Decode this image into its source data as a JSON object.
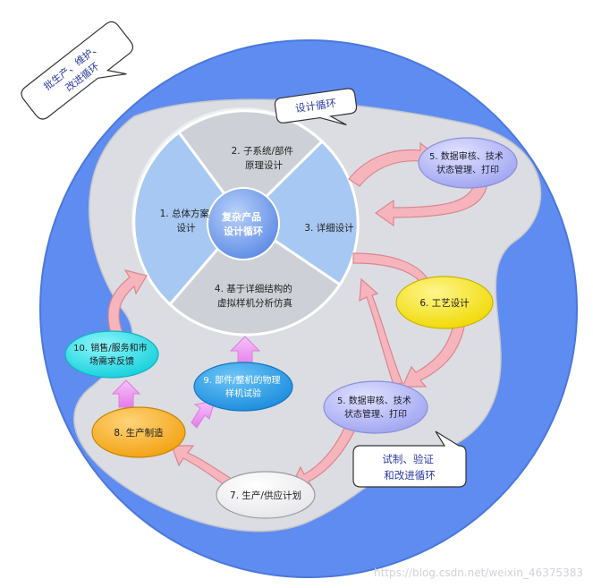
{
  "callouts": {
    "batch_cycle": [
      "批生产、维护、",
      "改进循环"
    ],
    "design_cycle": "设计循环",
    "trial_cycle": [
      "试制、验证",
      "和改进循环"
    ]
  },
  "hub": {
    "center": [
      "复杂产品",
      "设计循环"
    ],
    "s1": [
      "1. 总体方案",
      "设计"
    ],
    "s2": [
      "2. 子系统/部件",
      "原理设计"
    ],
    "s3": "3. 详细设计",
    "s4": [
      "4. 基于详细结构的",
      "虚拟样机分析仿真"
    ]
  },
  "nodes": {
    "n5a": [
      "5. 数据审核、技术",
      "状态管理、打印"
    ],
    "n6": "6. 工艺设计",
    "n5b": [
      "5. 数据审核、技术",
      "状态管理、打印"
    ],
    "n7": "7. 生产/供应计划",
    "n8": "8. 生产制造",
    "n9": [
      "9. 部件/整机的物理",
      "样机试验"
    ],
    "n10": [
      "10. 销售/服务和市",
      "场需求反馈"
    ]
  },
  "watermark": "https://blog.csdn.net/weixin_46375383",
  "colors": {
    "outer_circle": "#5f8cf0",
    "inner_region": "#dcdde2",
    "segment_blue": "#a7c8f2",
    "segment_gray": "#cdd0d6",
    "center": "#6f9ae8",
    "arrow": "#f6b5bc",
    "arrow_stroke": "#d9868f",
    "node_lavender": "#b3b7f5",
    "node_yellow": "#f8ea17",
    "node_orange": "#f9b526",
    "node_blue": "#2aa0ea",
    "node_cyan": "#22e0ea",
    "node_white": "#ffffff",
    "up_arrow": "#f0a3f3"
  }
}
